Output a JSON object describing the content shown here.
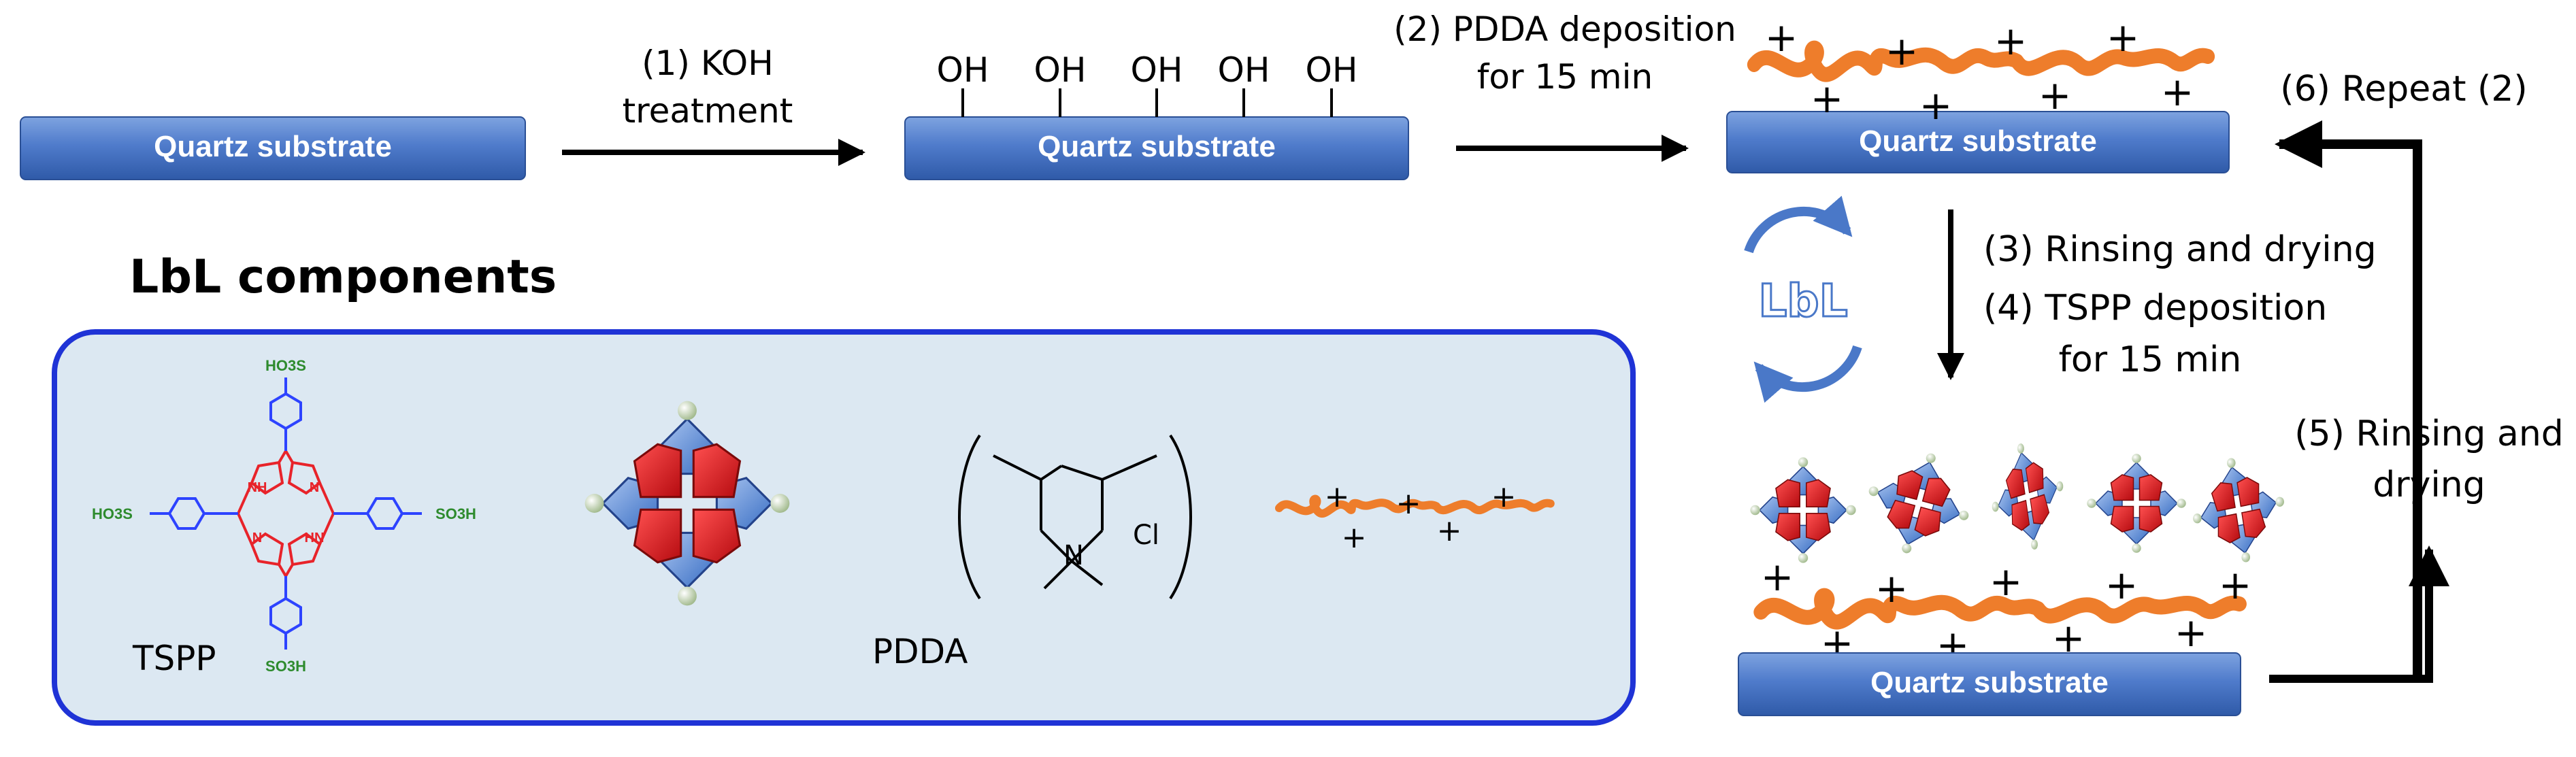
{
  "substrate_label": "Quartz substrate",
  "steps": {
    "s1_line1": "(1) KOH",
    "s1_line2": "treatment",
    "s2_line1": "(2) PDDA deposition",
    "s2_line2": "for 15 min",
    "s3": "(3) Rinsing and drying",
    "s4_line1": "(4) TSPP deposition",
    "s4_line2": "for 15 min",
    "s5_line1": "(5) Rinsing and",
    "s5_line2": "drying",
    "s6": "(6) Repeat (2)"
  },
  "oh_label": "OH",
  "charge_symbol": "+",
  "lbl_cycle": "LbL",
  "components": {
    "title": "LbL components",
    "tspp_label": "TSPP",
    "pdda_label": "PDDA",
    "so3h": "SO3H",
    "ho3s": "HO3S",
    "nh": "NH",
    "hn": "HN",
    "n": "N",
    "cl": "Cl"
  },
  "colors": {
    "substrate": "#4a76c6",
    "pdda": "#ee7d2b",
    "porphyrin_ring": "#e8232a",
    "phenyl": "#2d43ff",
    "sulfonate": "#2e8b2e",
    "panel_bg": "#dce8f2",
    "panel_border": "#1f33d6"
  }
}
